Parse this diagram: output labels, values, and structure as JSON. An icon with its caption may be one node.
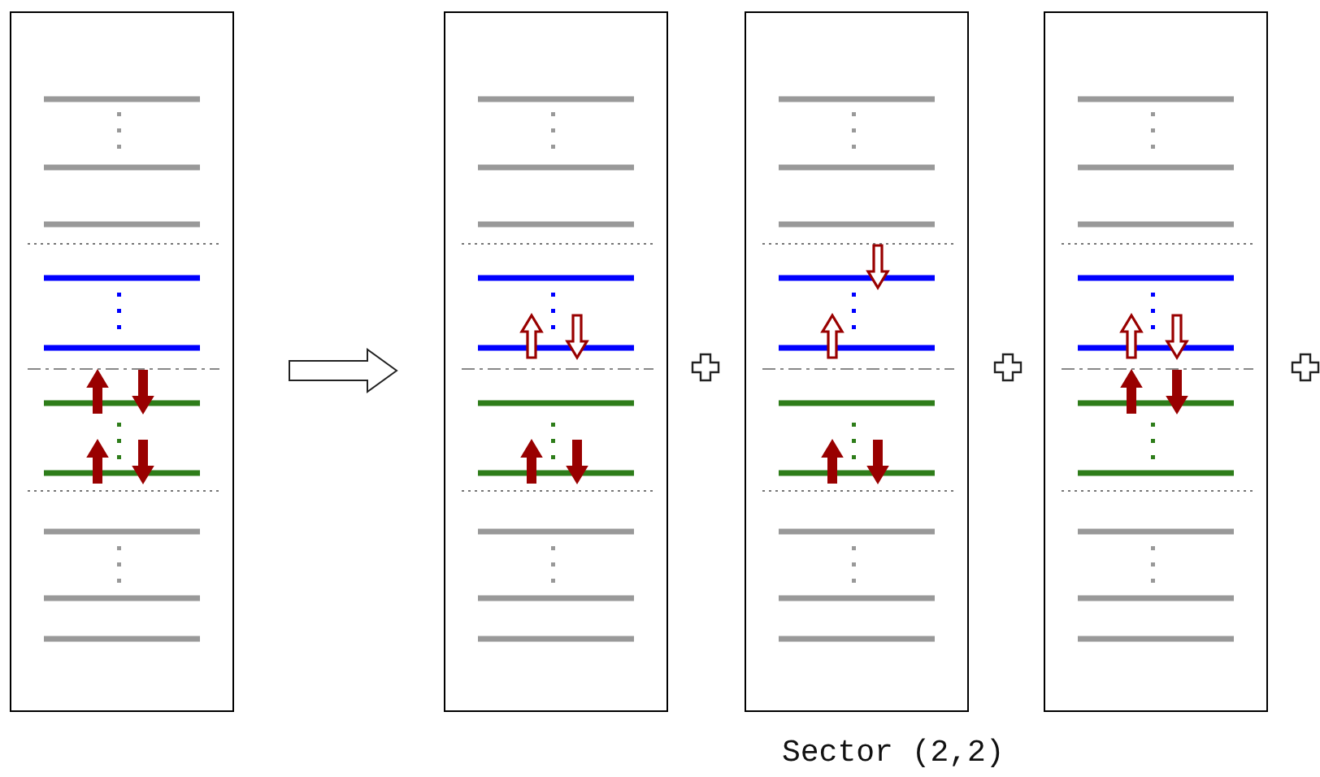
{
  "diagram": {
    "nodes": [
      {
        "text": [],
        "shape": "box"
      },
      {
        "text": [],
        "shape": "box"
      },
      {
        "text": [],
        "shape": "box"
      },
      {
        "text": [],
        "shape": "box"
      }
    ],
    "edges": [
      {
        "from": 0,
        "to": 1,
        "arrow": "to"
      }
    ],
    "labels": [
      "Sector (2,2)"
    ]
  }
}
